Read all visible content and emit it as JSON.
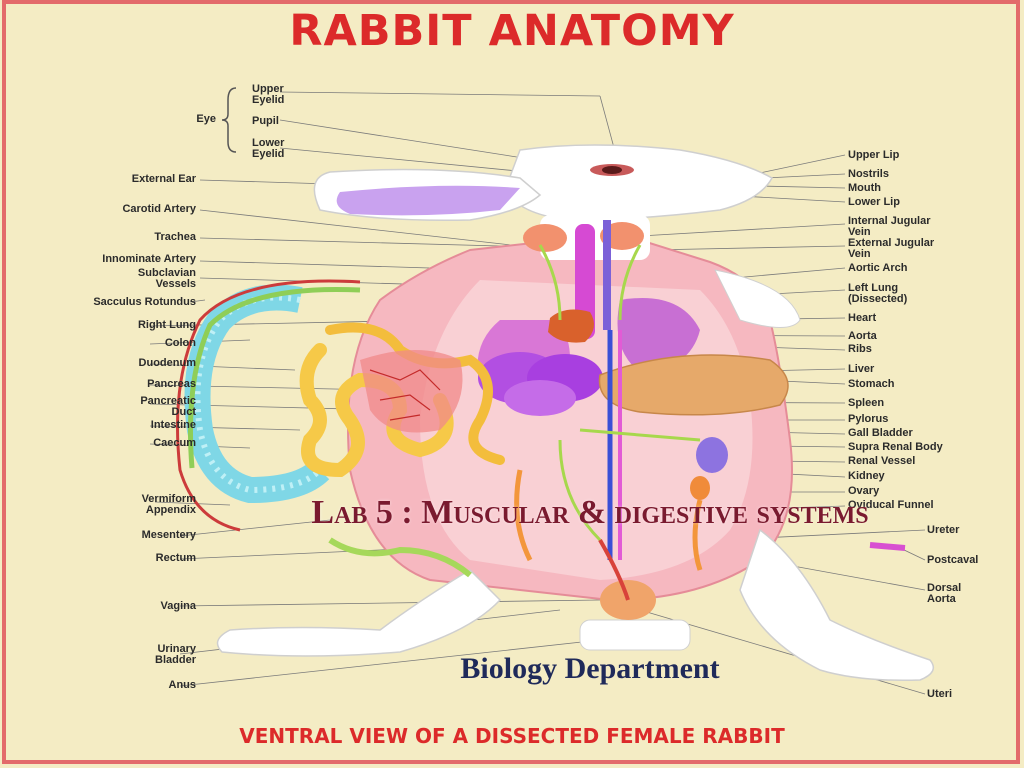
{
  "poster": {
    "title": "RABBIT ANATOMY",
    "footer": "VENTRAL VIEW OF A DISSECTED FEMALE RABBIT",
    "eye_group_label": "Eye",
    "left_labels": [
      "External Ear",
      "Carotid Artery",
      "Trachea",
      "Innominate Artery",
      "Subclavian\nVessels",
      "Sacculus Rotundus",
      "Right Lung",
      "Colon",
      "Duodenum",
      "Pancreas",
      "Pancreatic\nDuct",
      "Intestine",
      "Caecum",
      "Vermiform\nAppendix",
      "Mesentery",
      "Rectum",
      "Vagina",
      "Urinary\nBladder",
      "Anus"
    ],
    "eye_labels": [
      "Upper\nEyelid",
      "Pupil",
      "Lower\nEyelid"
    ],
    "right_labels": [
      "Upper Lip",
      "Nostrils",
      "Mouth",
      "Lower Lip",
      "Internal Jugular\nVein",
      "External Jugular\nVein",
      "Aortic Arch",
      "Left Lung\n(Dissected)",
      "Heart",
      "Aorta",
      "Ribs",
      "Liver",
      "Stomach",
      "Spleen",
      "Pylorus",
      "Gall Bladder",
      "Supra Renal Body",
      "Renal Vessel",
      "Kidney",
      "Ovary",
      "Oviducal Funnel",
      "Ureter",
      "Postcaval",
      "Dorsal\nAorta",
      "Uteri"
    ]
  },
  "slide": {
    "title": "Lab 5 : Muscular & digestive systems",
    "subtitle": "Biology Department"
  },
  "colors": {
    "poster_background": "#f4ecc4",
    "title_red": "#dc2a2a",
    "lab_title": "#7a1a2f",
    "department": "#1f2a5a"
  }
}
